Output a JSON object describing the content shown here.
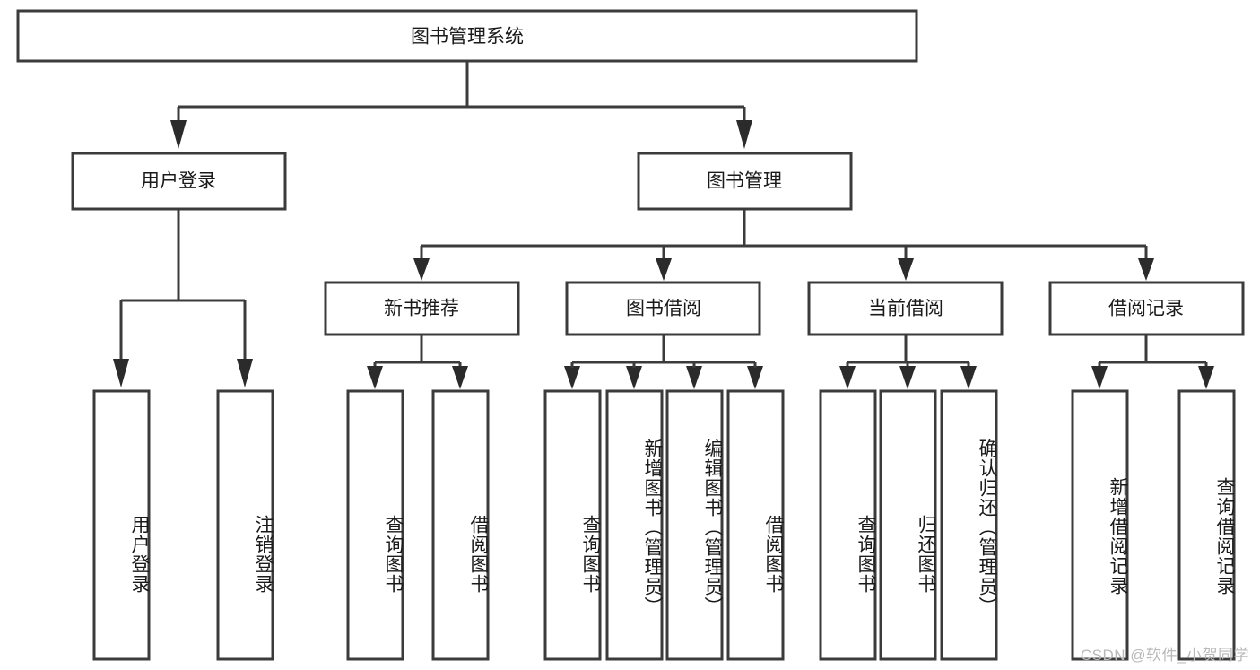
{
  "diagram": {
    "title": "图书管理系统",
    "watermark": "CSDN @软件_小贺同学",
    "root": {
      "label": "图书管理系统"
    },
    "level2": [
      {
        "label": "用户登录"
      },
      {
        "label": "图书管理"
      }
    ],
    "level3": [
      {
        "label": "新书推荐"
      },
      {
        "label": "图书借阅"
      },
      {
        "label": "当前借阅"
      },
      {
        "label": "借阅记录"
      }
    ],
    "leaves": {
      "user_login": [
        {
          "label": "用户登录"
        },
        {
          "label": "注销登录"
        }
      ],
      "new_book_recommend": [
        {
          "label": "查询图书"
        },
        {
          "label": "借阅图书"
        }
      ],
      "book_borrow": [
        {
          "label": "查询图书"
        },
        {
          "label": "新增图书（管理员）"
        },
        {
          "label": "编辑图书（管理员）"
        },
        {
          "label": "借阅图书"
        }
      ],
      "current_borrow": [
        {
          "label": "查询图书"
        },
        {
          "label": "归还图书"
        },
        {
          "label": "确认归还（管理员）"
        }
      ],
      "borrow_record": [
        {
          "label": "新增借阅记录"
        },
        {
          "label": "查询借阅记录"
        }
      ]
    },
    "colors": {
      "stroke": "#3b3b3b",
      "fill": "#ffffff",
      "text": "#1a1a1a",
      "watermark": "#b9b9b9"
    }
  },
  "chart_data": {
    "type": "table",
    "title": "图书管理系统",
    "nodes": [
      {
        "id": "root",
        "label": "图书管理系统",
        "level": 0,
        "parent": null
      },
      {
        "id": "n1",
        "label": "用户登录",
        "level": 1,
        "parent": "root"
      },
      {
        "id": "n2",
        "label": "图书管理",
        "level": 1,
        "parent": "root"
      },
      {
        "id": "n1a",
        "label": "用户登录",
        "level": 2,
        "parent": "n1"
      },
      {
        "id": "n1b",
        "label": "注销登录",
        "level": 2,
        "parent": "n1"
      },
      {
        "id": "n2a",
        "label": "新书推荐",
        "level": 2,
        "parent": "n2"
      },
      {
        "id": "n2b",
        "label": "图书借阅",
        "level": 2,
        "parent": "n2"
      },
      {
        "id": "n2c",
        "label": "当前借阅",
        "level": 2,
        "parent": "n2"
      },
      {
        "id": "n2d",
        "label": "借阅记录",
        "level": 2,
        "parent": "n2"
      },
      {
        "id": "n2a1",
        "label": "查询图书",
        "level": 3,
        "parent": "n2a"
      },
      {
        "id": "n2a2",
        "label": "借阅图书",
        "level": 3,
        "parent": "n2a"
      },
      {
        "id": "n2b1",
        "label": "查询图书",
        "level": 3,
        "parent": "n2b"
      },
      {
        "id": "n2b2",
        "label": "新增图书（管理员）",
        "level": 3,
        "parent": "n2b"
      },
      {
        "id": "n2b3",
        "label": "编辑图书（管理员）",
        "level": 3,
        "parent": "n2b"
      },
      {
        "id": "n2b4",
        "label": "借阅图书",
        "level": 3,
        "parent": "n2b"
      },
      {
        "id": "n2c1",
        "label": "查询图书",
        "level": 3,
        "parent": "n2c"
      },
      {
        "id": "n2c2",
        "label": "归还图书",
        "level": 3,
        "parent": "n2c"
      },
      {
        "id": "n2c3",
        "label": "确认归还（管理员）",
        "level": 3,
        "parent": "n2c"
      },
      {
        "id": "n2d1",
        "label": "新增借阅记录",
        "level": 3,
        "parent": "n2d"
      },
      {
        "id": "n2d2",
        "label": "查询借阅记录",
        "level": 3,
        "parent": "n2d"
      }
    ]
  }
}
